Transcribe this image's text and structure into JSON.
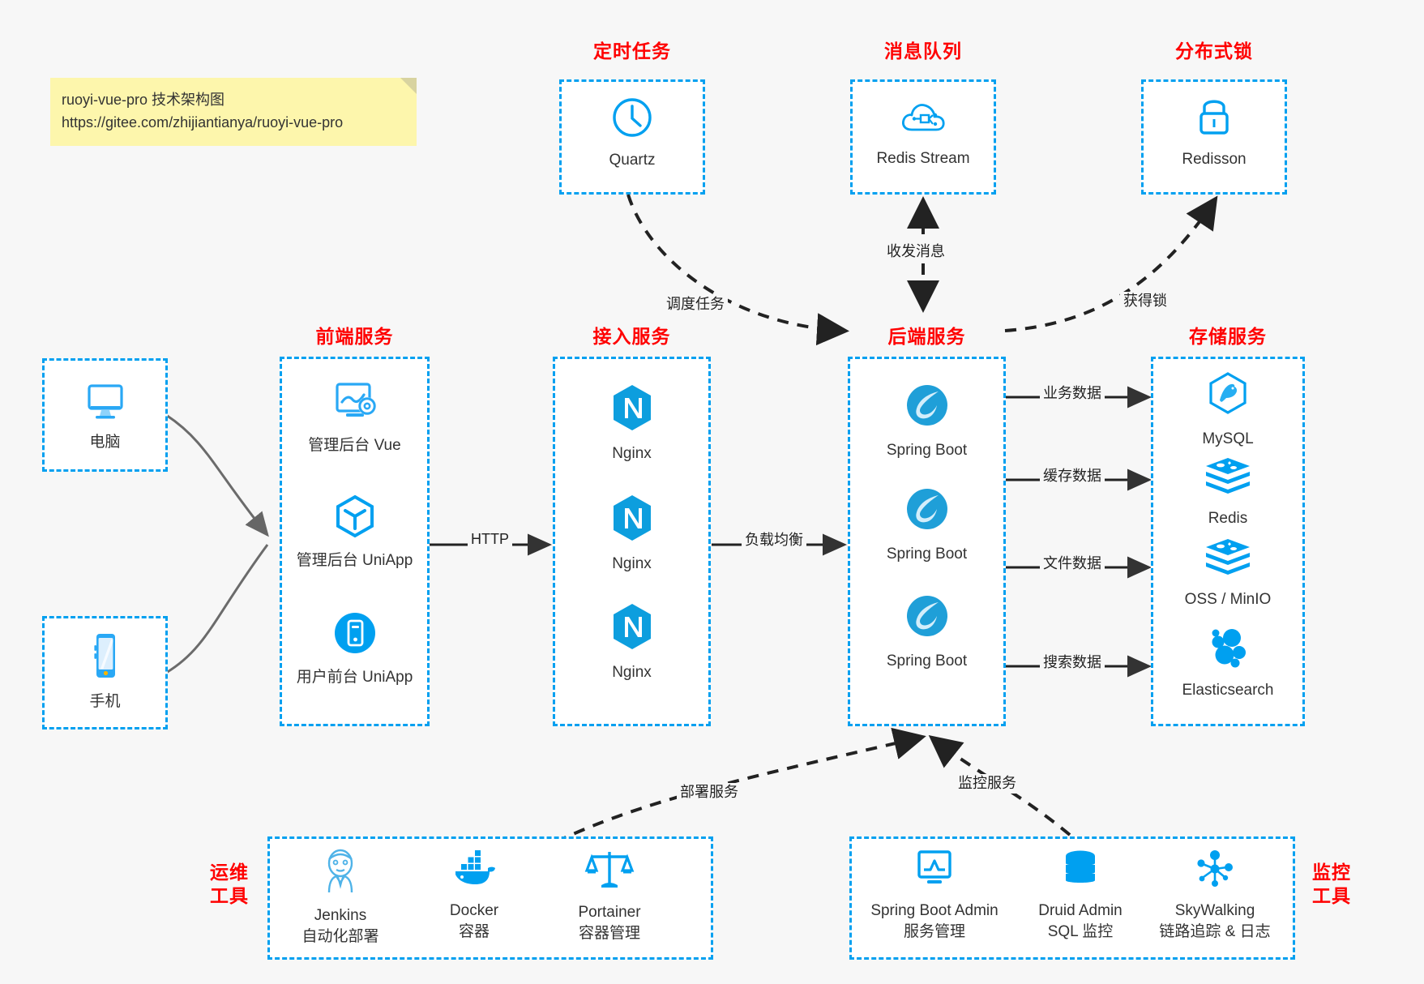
{
  "note": {
    "line1": "ruoyi-vue-pro 技术架构图",
    "line2": "https://gitee.com/zhijiantianya/ruoyi-vue-pro"
  },
  "colors": {
    "accent_blue": "#00a0f0",
    "caption_red": "#ff0000",
    "edge_dark": "#222222",
    "note_yellow": "#fdf6ac",
    "page_bg": "#f7f7f7"
  },
  "captions": {
    "scheduled_task": "定时任务",
    "message_queue": "消息队列",
    "distributed_lock": "分布式锁",
    "frontend_service": "前端服务",
    "access_service": "接入服务",
    "backend_service": "后端服务",
    "storage_service": "存储服务",
    "devops_tools_l1": "运维",
    "devops_tools_l2": "工具",
    "monitor_tools_l1": "监控",
    "monitor_tools_l2": "工具"
  },
  "groups": {
    "scheduled_task": {
      "nodes": [
        {
          "label": "Quartz",
          "icon": "clock-icon"
        }
      ]
    },
    "message_queue": {
      "nodes": [
        {
          "label": "Redis Stream",
          "icon": "cloud-stream-icon"
        }
      ]
    },
    "distributed_lock": {
      "nodes": [
        {
          "label": "Redisson",
          "icon": "lock-icon"
        }
      ]
    },
    "clients": {
      "nodes": [
        {
          "label": "电脑",
          "icon": "desktop-icon"
        },
        {
          "label": "手机",
          "icon": "phone-icon"
        }
      ]
    },
    "frontend_service": {
      "nodes": [
        {
          "label": "管理后台 Vue",
          "icon": "dashboard-gear-icon"
        },
        {
          "label": "管理后台 UniApp",
          "icon": "cube-icon"
        },
        {
          "label": "用户前台 UniApp",
          "icon": "mobile-circle-icon"
        }
      ]
    },
    "access_service": {
      "nodes": [
        {
          "label": "Nginx",
          "icon": "nginx-icon"
        },
        {
          "label": "Nginx",
          "icon": "nginx-icon"
        },
        {
          "label": "Nginx",
          "icon": "nginx-icon"
        }
      ]
    },
    "backend_service": {
      "nodes": [
        {
          "label": "Spring Boot",
          "icon": "spring-leaf-icon"
        },
        {
          "label": "Spring Boot",
          "icon": "spring-leaf-icon"
        },
        {
          "label": "Spring Boot",
          "icon": "spring-leaf-icon"
        }
      ]
    },
    "storage_service": {
      "nodes": [
        {
          "label": "MySQL",
          "icon": "mysql-dolphin-icon"
        },
        {
          "label": "Redis",
          "icon": "redis-stack-icon"
        },
        {
          "label": "OSS / MinIO",
          "icon": "redis-stack-icon"
        },
        {
          "label": "Elasticsearch",
          "icon": "elasticsearch-icon"
        }
      ]
    },
    "devops_tools": {
      "nodes": [
        {
          "label": "Jenkins",
          "sub": "自动化部署",
          "icon": "jenkins-butler-icon"
        },
        {
          "label": "Docker",
          "sub": "容器",
          "icon": "docker-whale-icon"
        },
        {
          "label": "Portainer",
          "sub": "容器管理",
          "icon": "scales-icon"
        }
      ]
    },
    "monitor_tools": {
      "nodes": [
        {
          "label": "Spring Boot Admin",
          "sub": "服务管理",
          "icon": "monitor-chart-icon"
        },
        {
          "label": "Druid Admin",
          "sub": "SQL 监控",
          "icon": "database-icon"
        },
        {
          "label": "SkyWalking",
          "sub": "链路追踪 & 日志",
          "icon": "skywalking-node-icon"
        }
      ]
    }
  },
  "edge_labels": {
    "schedule_task": "调度任务",
    "send_receive_message": "收发消息",
    "acquire_lock": "获得锁",
    "http": "HTTP",
    "load_balance": "负载均衡",
    "business_data": "业务数据",
    "cache_data": "缓存数据",
    "file_data": "文件数据",
    "search_data": "搜索数据",
    "deploy_service": "部署服务",
    "monitor_service": "监控服务"
  }
}
